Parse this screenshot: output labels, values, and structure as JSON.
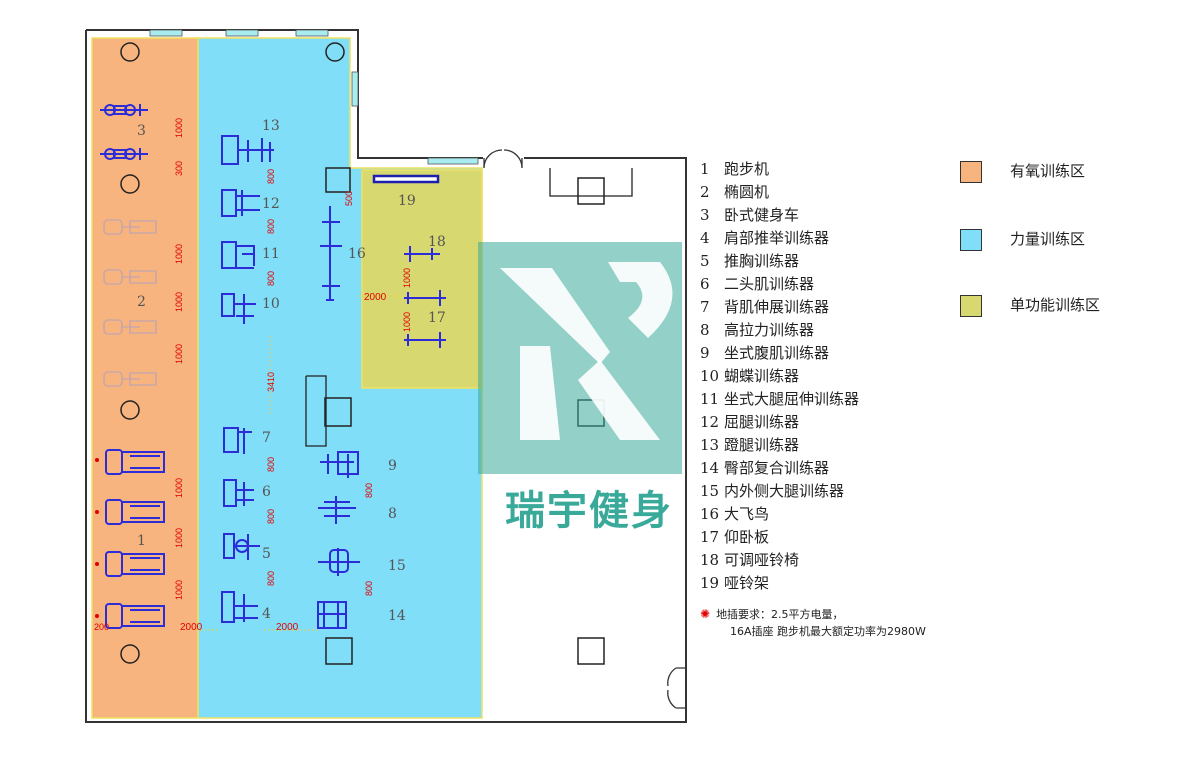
{
  "legend": {
    "items": [
      {
        "num": "1",
        "label": "跑步机"
      },
      {
        "num": "2",
        "label": "椭圆机"
      },
      {
        "num": "3",
        "label": "卧式健身车"
      },
      {
        "num": "4",
        "label": "肩部推举训练器"
      },
      {
        "num": "5",
        "label": "推胸训练器"
      },
      {
        "num": "6",
        "label": "二头肌训练器"
      },
      {
        "num": "7",
        "label": "背肌伸展训练器"
      },
      {
        "num": "8",
        "label": "高拉力训练器"
      },
      {
        "num": "9",
        "label": "坐式腹肌训练器"
      },
      {
        "num": "10",
        "label": "蝴蝶训练器"
      },
      {
        "num": "11",
        "label": "坐式大腿屈伸训练器"
      },
      {
        "num": "12",
        "label": "屈腿训练器"
      },
      {
        "num": "13",
        "label": "蹬腿训练器"
      },
      {
        "num": "14",
        "label": "臀部复合训练器"
      },
      {
        "num": "15",
        "label": "内外侧大腿训练器"
      },
      {
        "num": "16",
        "label": "大飞鸟"
      },
      {
        "num": "17",
        "label": "仰卧板"
      },
      {
        "num": "18",
        "label": "可调哑铃椅"
      },
      {
        "num": "19",
        "label": "哑铃架"
      }
    ]
  },
  "zones": [
    {
      "label": "有氧训练区",
      "color": "#f8b47e"
    },
    {
      "label": "力量训练区",
      "color": "#80def8"
    },
    {
      "label": "单功能训练区",
      "color": "#d8d870"
    }
  ],
  "note": {
    "line1": "地插要求：2.5平方电量，",
    "line2": "16A插座  跑步机最大额定功率为2980W"
  },
  "watermark": {
    "text": "瑞宇健身",
    "color": "#39a99a"
  },
  "plan": {
    "equipment_numbers": [
      "1",
      "2",
      "3",
      "4",
      "5",
      "6",
      "7",
      "8",
      "9",
      "10",
      "11",
      "12",
      "13",
      "14",
      "15",
      "16",
      "17",
      "18",
      "19"
    ],
    "dimensions": {
      "d1000a": "1000",
      "d300": "300",
      "d1000b": "1000",
      "d1000c": "1000",
      "d1000d": "1000",
      "d1000e": "1000",
      "d1000f": "1000",
      "d1000g": "1000",
      "d800a": "800",
      "d800b": "800",
      "d800c": "800",
      "d800d": "800",
      "d800e": "800",
      "d800f": "800",
      "d800g": "800",
      "d800h": "800",
      "d3410": "3410",
      "d500": "500",
      "d1000h": "1000",
      "d1000i": "1000",
      "d2000a": "2000",
      "d2000b": "2000",
      "d2000c": "2000",
      "d200": "200"
    }
  }
}
